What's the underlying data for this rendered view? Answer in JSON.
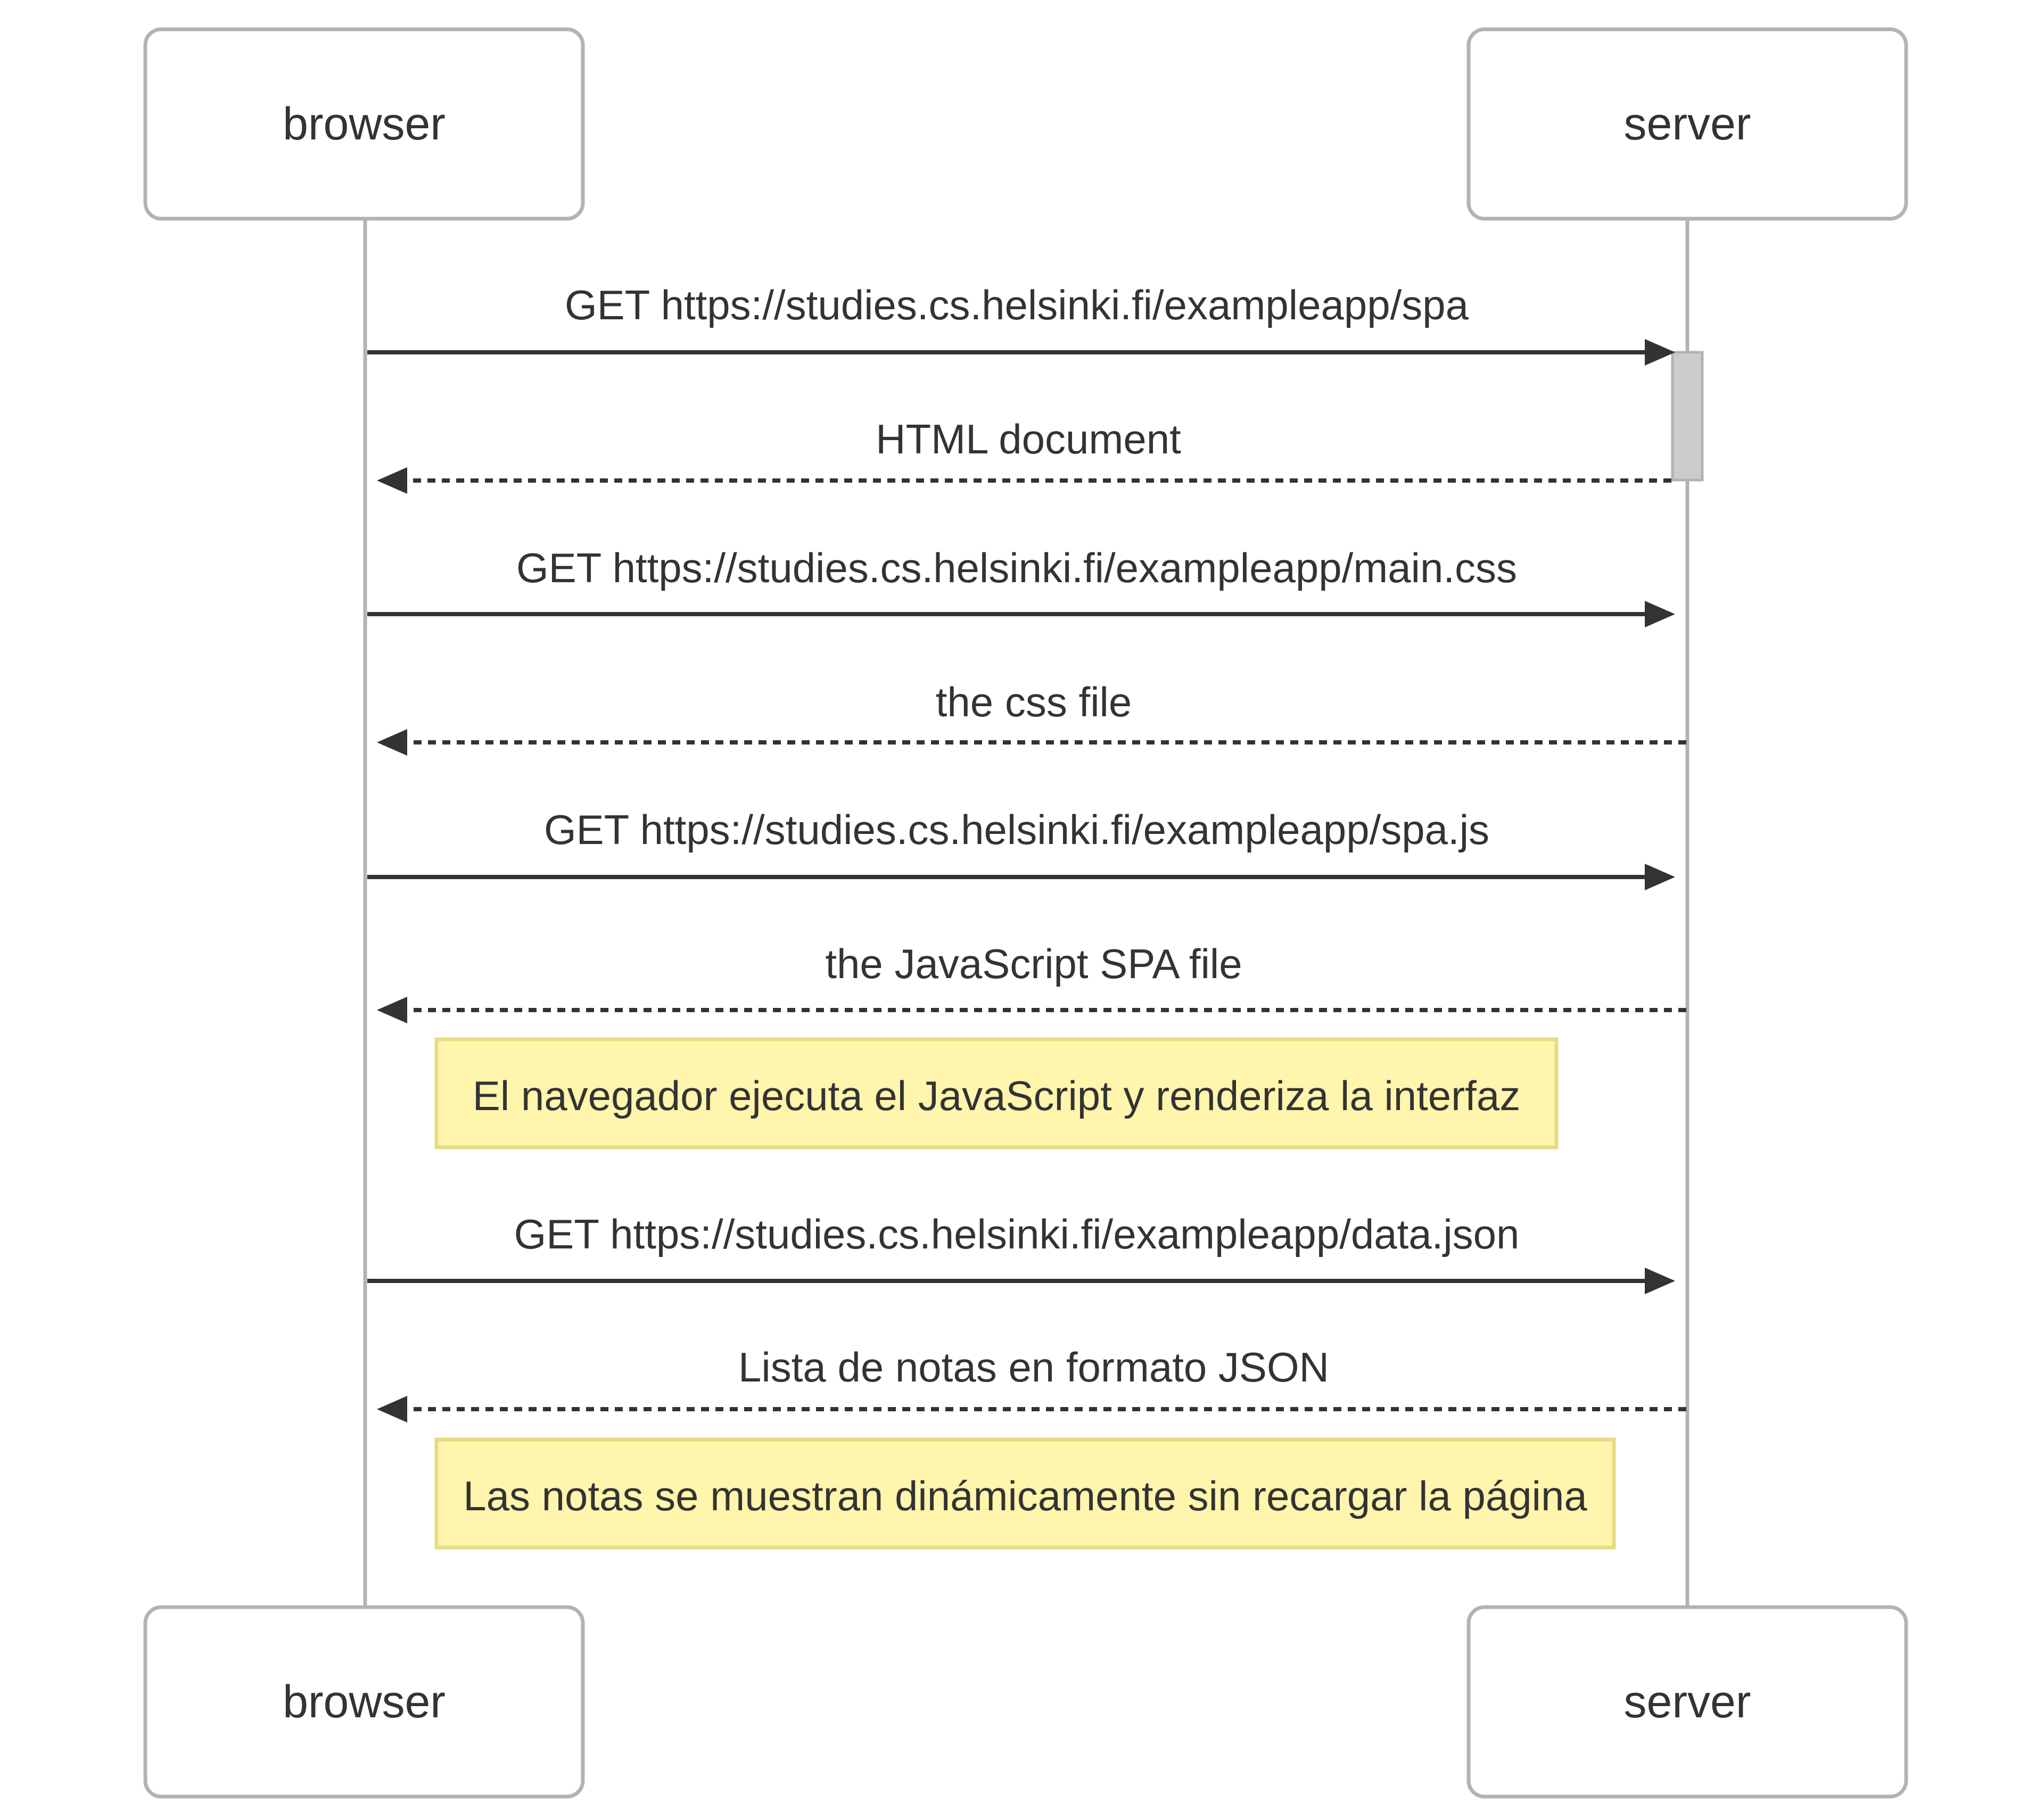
{
  "participants": [
    {
      "id": "browser",
      "label": "browser"
    },
    {
      "id": "server",
      "label": "server"
    }
  ],
  "messages": [
    {
      "from": "browser",
      "to": "server",
      "label": "GET https://studies.cs.helsinki.fi/exampleapp/spa",
      "style": "solid"
    },
    {
      "from": "server",
      "to": "browser",
      "label": "HTML document",
      "style": "dashed"
    },
    {
      "from": "browser",
      "to": "server",
      "label": "GET https://studies.cs.helsinki.fi/exampleapp/main.css",
      "style": "solid"
    },
    {
      "from": "server",
      "to": "browser",
      "label": "the css file",
      "style": "dashed"
    },
    {
      "from": "browser",
      "to": "server",
      "label": "GET https://studies.cs.helsinki.fi/exampleapp/spa.js",
      "style": "solid"
    },
    {
      "from": "server",
      "to": "browser",
      "label": "the JavaScript SPA file",
      "style": "dashed"
    },
    {
      "from": "browser",
      "to": "server",
      "label": "GET https://studies.cs.helsinki.fi/exampleapp/data.json",
      "style": "solid"
    },
    {
      "from": "server",
      "to": "browser",
      "label": "Lista de notas en formato JSON",
      "style": "dashed"
    }
  ],
  "notes": [
    {
      "label": "El navegador ejecuta el JavaScript y renderiza la interfaz"
    },
    {
      "label": "Las notas se muestran dinámicamente sin recargar la página"
    }
  ],
  "colors": {
    "actor_border": "#b3b3b3",
    "line": "#333333",
    "note_fill": "#fff5ad",
    "note_border": "#e6dc80",
    "activation_fill": "#cccccc"
  }
}
